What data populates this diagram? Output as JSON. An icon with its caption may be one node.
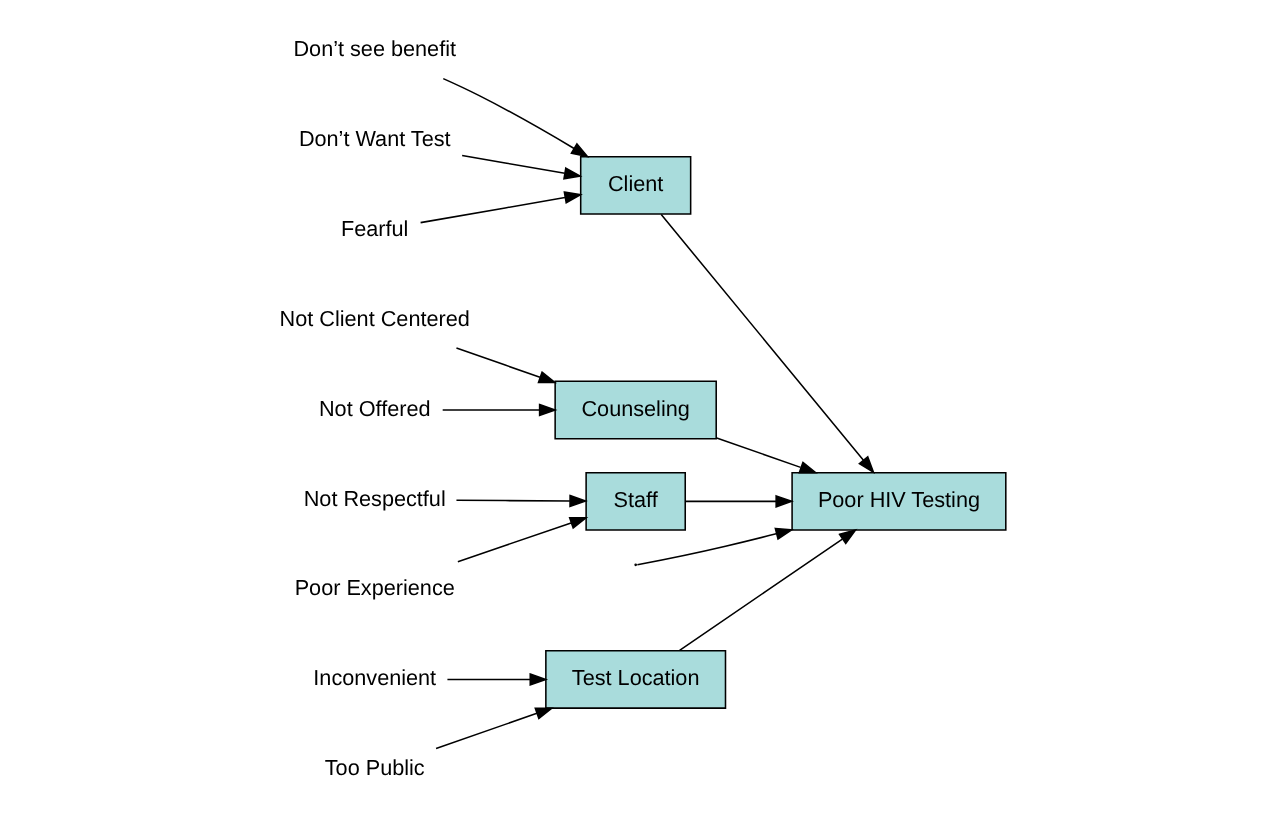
{
  "diagram": {
    "nodes": [
      {
        "text": [
          "Test Location"
        ]
      },
      {
        "text": [
          "Client"
        ]
      },
      {
        "text": [
          "Poor HIV Testing"
        ]
      },
      {
        "text": [
          "Counseling"
        ]
      },
      {
        "text": [
          "Staff"
        ]
      },
      {
        "text": [
          "Inconvenient"
        ]
      },
      {
        "text": [
          "Too Public"
        ]
      },
      {
        "text": [
          "Don’t see benefit"
        ]
      },
      {
        "text": [
          "Don’t Want Test"
        ]
      },
      {
        "text": [
          "Fearful"
        ]
      },
      {
        "text": [
          "Not Client Centered"
        ]
      },
      {
        "text": [
          "Not Offered"
        ]
      },
      {
        "text": [
          "Not Respectful"
        ]
      },
      {
        "text": [
          "Poor Experience"
        ]
      }
    ],
    "edges": [
      {
        "from": null,
        "to": 2,
        "arrow": "to"
      },
      {
        "from": 0,
        "to": 2,
        "arrow": "to"
      },
      {
        "from": 1,
        "to": 2,
        "arrow": "to"
      },
      {
        "from": 3,
        "to": 2,
        "arrow": "to"
      },
      {
        "from": 4,
        "to": 2,
        "arrow": "to"
      },
      {
        "from": 5,
        "to": 0,
        "arrow": "to"
      },
      {
        "from": 6,
        "to": 0,
        "arrow": "to"
      },
      {
        "from": 7,
        "to": 1,
        "arrow": "to"
      },
      {
        "from": 8,
        "to": 1,
        "arrow": "to"
      },
      {
        "from": 9,
        "to": 1,
        "arrow": "to"
      },
      {
        "from": 10,
        "to": 3,
        "arrow": "to"
      },
      {
        "from": 11,
        "to": 3,
        "arrow": "to"
      },
      {
        "from": 12,
        "to": 4,
        "arrow": "to"
      },
      {
        "from": 13,
        "to": 4,
        "arrow": "to"
      }
    ]
  }
}
